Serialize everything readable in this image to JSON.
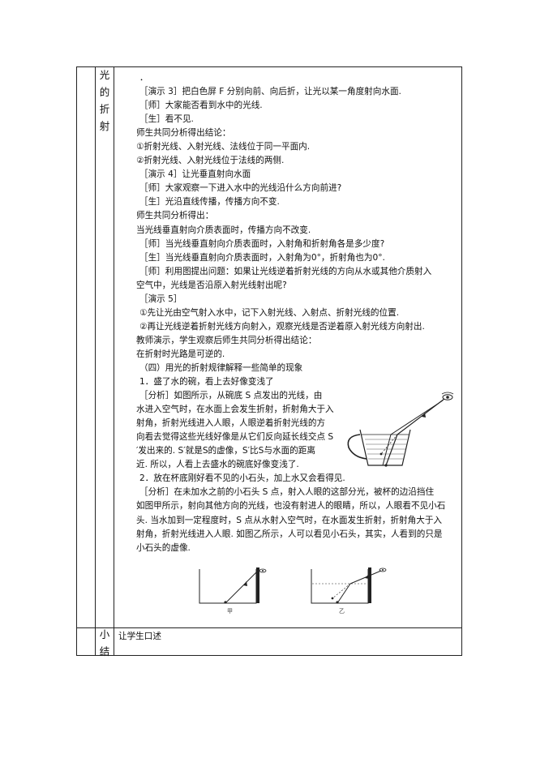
{
  "section_label": [
    "光",
    "的",
    "折",
    "射"
  ],
  "summary_label": [
    "小",
    "结"
  ],
  "lines": [
    {
      "t": "．",
      "cls": "ind"
    },
    {
      "t": "［演示 3］把白色屏 F 分别向前、向后折，让光以某一角度射向水面.",
      "cls": "ind"
    },
    {
      "t": "［师］大家能否看到水中的光线.",
      "cls": "ind"
    },
    {
      "t": "［生］看不见.",
      "cls": "ind"
    },
    {
      "t": "师生共同分析得出结论：",
      "cls": "ind2"
    },
    {
      "t": "①折射光线、入射光线、法线位于同一平面内.",
      "cls": "ind2"
    },
    {
      "t": "②折射光线、入射光线位于法线的两侧.",
      "cls": "ind2"
    },
    {
      "t": "［演示 4］让光垂直射向水面",
      "cls": "ind"
    },
    {
      "t": "［师］大家观察一下进入水中的光线沿什么方向前进?",
      "cls": "ind"
    },
    {
      "t": "［生］光沿直线传播，传播方向不变.",
      "cls": "ind"
    },
    {
      "t": "师生共同分析得出：",
      "cls": "ind2"
    },
    {
      "t": "当光线垂直射向介质表面时，传播方向不改变.",
      "cls": "ind2"
    },
    {
      "t": "［师］当光线垂直射向介质表面时，入射角和折射角各是多少度?",
      "cls": "ind"
    },
    {
      "t": "［生］当光线垂直射向介质表面时，入射角为0°，折射角也为0°.",
      "cls": "ind"
    },
    {
      "t": "［师］利用图提出问题：如果让光线逆着折射光线的方向从水或其他介质射入",
      "cls": "ind"
    },
    {
      "t": "空气中，光线是否沿原入射光线射出呢?",
      "cls": "ind2"
    },
    {
      "t": "［演示 5］",
      "cls": "ind"
    },
    {
      "t": "①先让光由空气射入水中，记下入射光线、入射点、折射光线的位置.",
      "cls": "ind"
    },
    {
      "t": "②再让光线逆着折射光线方向射入，观察光线是否逆着原入射光线方向射出.",
      "cls": "ind"
    },
    {
      "t": "教师演示，学生观察后师生共同分析得出结论：",
      "cls": "ind2"
    },
    {
      "t": "在折射时光路是可逆的.",
      "cls": "ind2"
    },
    {
      "t": "（四）用光的折射规律解释一些简单的现象",
      "cls": "ind"
    },
    {
      "t": "1．盛了水的碗，看上去好像变浅了",
      "cls": "ind"
    },
    {
      "t": "［分析］如图所示，从碗底 S 点发出的光线，由",
      "cls": "ind"
    },
    {
      "t": "水进入空气时，在水面上会发生折射，折射角大于入",
      "cls": "ind2"
    },
    {
      "t": "射角，折射光线进入人眼，人眼逆着折射光线的方",
      "cls": "ind2"
    },
    {
      "t": "向看去觉得这些光线好像是从它们反向延长线交点 S",
      "cls": "ind2"
    },
    {
      "t": "′发出来的. S′就是S的虚像，S′比S与水面的距离",
      "cls": "ind2"
    },
    {
      "t": "近. 所以，人看上去盛水的碗底好像变浅了.",
      "cls": "ind2"
    },
    {
      "t": "2．放在杯底刚好看不见的小石头，加上水又会看得见.",
      "cls": "ind"
    },
    {
      "t": "［分析］在未加水之前的小石头 S 点，射入人眼的这部分光，被杯的边沿挡住",
      "cls": "ind"
    },
    {
      "t": "如图甲所示，射向其他方向的光线，也没有射进人的眼睛，所以，人眼看不见小石",
      "cls": "ind2"
    },
    {
      "t": "头. 当水加到一定程度时，S 点从水射入空气时，在水面发生折射，折射角大于入",
      "cls": "ind2"
    },
    {
      "t": "射角，折射光线进入人眼. 如图乙所示，人可以看见小石头，其实，人看到的只是",
      "cls": "ind2"
    },
    {
      "t": "小石头的虚像.",
      "cls": "ind2"
    }
  ],
  "figure_labels": {
    "jia": "甲",
    "yi": "乙"
  },
  "summary_text": "让学生口述"
}
